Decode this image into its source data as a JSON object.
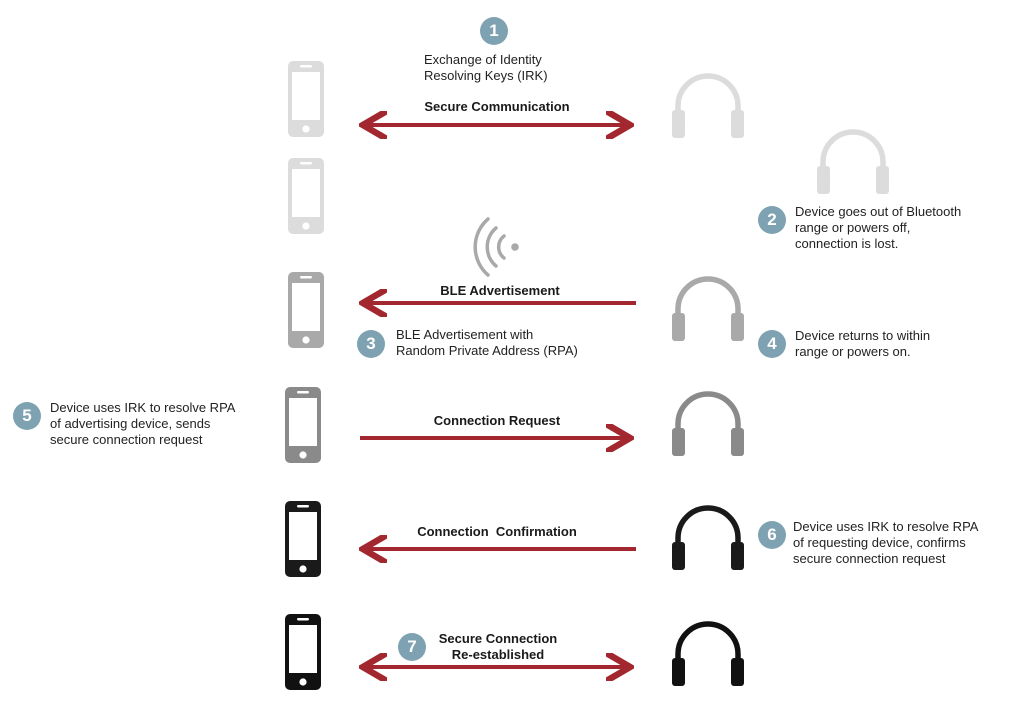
{
  "colors": {
    "arrow": "#a3272f",
    "badge": "#7ea2b2",
    "device_tones": [
      "#dcdcdc",
      "#dcdcdc",
      "#a9a9a9",
      "#8a8a8a",
      "#1a1a1a",
      "#111111"
    ]
  },
  "icons": [
    "phone-icon",
    "headphones-icon",
    "wifi-signal-icon"
  ],
  "steps": [
    {
      "number": "1",
      "text_lines": [
        "Exchange of Identity",
        "Resolving Keys (IRK)"
      ]
    },
    {
      "number": "2",
      "text_lines": [
        "Device goes out of Bluetooth",
        "range or powers off,",
        "connection is lost."
      ]
    },
    {
      "number": "3",
      "text_lines": [
        "BLE Advertisement with",
        "Random Private Address (RPA)"
      ]
    },
    {
      "number": "4",
      "text_lines": [
        "Device returns to within",
        "range or powers on."
      ]
    },
    {
      "number": "5",
      "text_lines": [
        "Device uses IRK to resolve RPA",
        "of advertising device, sends",
        "secure connection request"
      ]
    },
    {
      "number": "6",
      "text_lines": [
        "Device uses IRK to resolve RPA",
        "of requesting device, confirms",
        "secure connection request"
      ]
    },
    {
      "number": "7",
      "text_lines": []
    }
  ],
  "arrows": {
    "secure_communication": "Secure Communication",
    "ble_advertisement": "BLE Advertisement",
    "connection_request": "Connection Request",
    "connection_confirmation": "Connection  Confirmation",
    "reestablished_line1": "Secure Connection",
    "reestablished_line2": "Re-established"
  }
}
